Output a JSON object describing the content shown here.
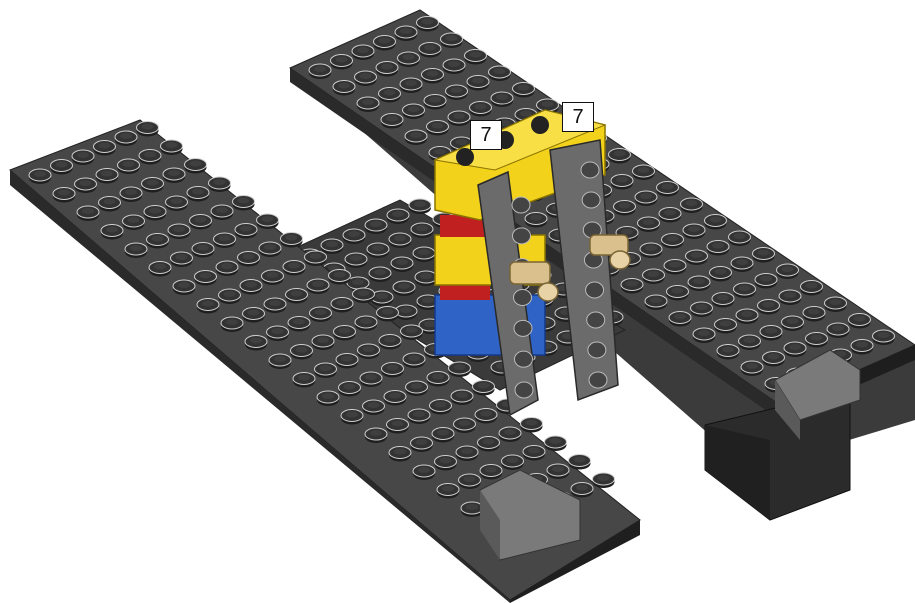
{
  "instruction": {
    "callouts": [
      {
        "label": "7"
      },
      {
        "label": "7"
      }
    ]
  },
  "parts": {
    "plates": [
      "back-plate",
      "left-plate",
      "center-plate"
    ],
    "beams": [
      "left-beam",
      "right-beam"
    ],
    "bricks": [
      "yellow-top-brick",
      "yellow-mid-brick",
      "blue-brick"
    ],
    "pins": [
      "tan-pin-left",
      "tan-pin-right"
    ]
  },
  "colors": {
    "plate_dark": "#3a3a3a",
    "plate_top": "#4a4a4a",
    "stud": "#2e2e2e",
    "stud_rim": "#c8c8c8",
    "beam": "#6b6b6b",
    "yellow": "#f2d21a",
    "blue": "#2f63c6",
    "red": "#c02020",
    "tan": "#d9c08c"
  }
}
